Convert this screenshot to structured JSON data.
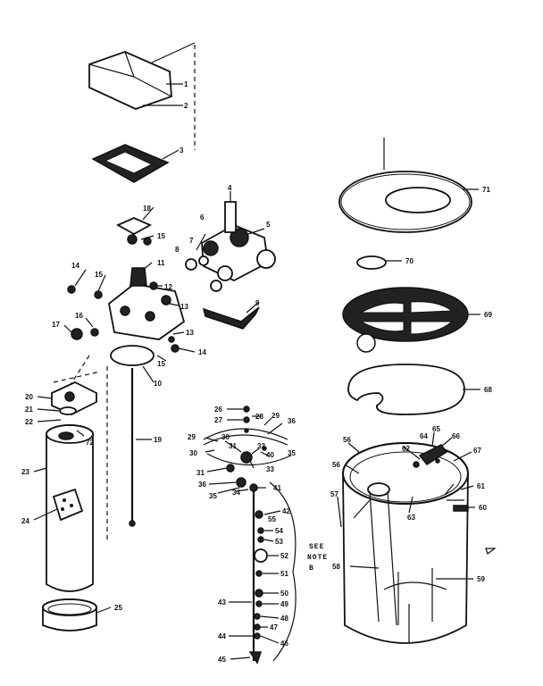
{
  "labels": [
    {
      "id": "l1",
      "text": "1"
    },
    {
      "id": "l2",
      "text": "2"
    },
    {
      "id": "l3",
      "text": "3"
    },
    {
      "id": "l4",
      "text": "4"
    },
    {
      "id": "l5",
      "text": "5"
    },
    {
      "id": "l6",
      "text": "6"
    },
    {
      "id": "l7",
      "text": "7"
    },
    {
      "id": "l8",
      "text": "8"
    },
    {
      "id": "l9",
      "text": "9"
    },
    {
      "id": "l10",
      "text": "10"
    },
    {
      "id": "l11",
      "text": "11"
    },
    {
      "id": "l12",
      "text": "12"
    },
    {
      "id": "l13",
      "text": "13"
    },
    {
      "id": "l13b",
      "text": "13"
    },
    {
      "id": "l14",
      "text": "14"
    },
    {
      "id": "l14b",
      "text": "14"
    },
    {
      "id": "l15",
      "text": "15"
    },
    {
      "id": "l15b",
      "text": "15"
    },
    {
      "id": "l15c",
      "text": "15"
    },
    {
      "id": "l16",
      "text": "16"
    },
    {
      "id": "l17",
      "text": "17"
    },
    {
      "id": "l18",
      "text": "18"
    },
    {
      "id": "l19",
      "text": "19"
    },
    {
      "id": "l20",
      "text": "20"
    },
    {
      "id": "l21",
      "text": "21"
    },
    {
      "id": "l22",
      "text": "22"
    },
    {
      "id": "l72",
      "text": "72"
    },
    {
      "id": "l23",
      "text": "23"
    },
    {
      "id": "l24",
      "text": "24"
    },
    {
      "id": "l25",
      "text": "25"
    },
    {
      "id": "l26a",
      "text": "26"
    },
    {
      "id": "l27",
      "text": "27"
    },
    {
      "id": "l28",
      "text": "28"
    },
    {
      "id": "l29",
      "text": "29"
    },
    {
      "id": "l29b",
      "text": "29"
    },
    {
      "id": "l30",
      "text": "30"
    },
    {
      "id": "l30b",
      "text": "30"
    },
    {
      "id": "l31",
      "text": "31"
    },
    {
      "id": "l31b",
      "text": "31"
    },
    {
      "id": "l32",
      "text": "32"
    },
    {
      "id": "l33",
      "text": "33"
    },
    {
      "id": "l34",
      "text": "34"
    },
    {
      "id": "l35",
      "text": "35"
    },
    {
      "id": "l35b",
      "text": "35"
    },
    {
      "id": "l36",
      "text": "36"
    },
    {
      "id": "l36b",
      "text": "36"
    },
    {
      "id": "l40",
      "text": "40"
    },
    {
      "id": "l41",
      "text": "41"
    },
    {
      "id": "l42",
      "text": "42"
    },
    {
      "id": "l43",
      "text": "43"
    },
    {
      "id": "l44",
      "text": "44"
    },
    {
      "id": "l45",
      "text": "45"
    },
    {
      "id": "l46",
      "text": "46"
    },
    {
      "id": "l47",
      "text": "47"
    },
    {
      "id": "l48",
      "text": "48"
    },
    {
      "id": "l49",
      "text": "49"
    },
    {
      "id": "l50",
      "text": "50"
    },
    {
      "id": "l51",
      "text": "51"
    },
    {
      "id": "l52",
      "text": "52"
    },
    {
      "id": "l53",
      "text": "53"
    },
    {
      "id": "l54",
      "text": "54"
    },
    {
      "id": "l55",
      "text": "55"
    },
    {
      "id": "l56",
      "text": "56"
    },
    {
      "id": "l56b",
      "text": "56"
    },
    {
      "id": "l57",
      "text": "57"
    },
    {
      "id": "l58",
      "text": "58"
    },
    {
      "id": "l59",
      "text": "59"
    },
    {
      "id": "l60",
      "text": "60"
    },
    {
      "id": "l61",
      "text": "61"
    },
    {
      "id": "l62",
      "text": "62"
    },
    {
      "id": "l63",
      "text": "63"
    },
    {
      "id": "l64",
      "text": "64"
    },
    {
      "id": "l65",
      "text": "65"
    },
    {
      "id": "l66",
      "text": "66"
    },
    {
      "id": "l67",
      "text": "67"
    },
    {
      "id": "l68",
      "text": "68"
    },
    {
      "id": "l69",
      "text": "69"
    },
    {
      "id": "l70",
      "text": "70"
    },
    {
      "id": "l71",
      "text": "71"
    }
  ],
  "note": {
    "line1": "SEE",
    "line2": "NOTE",
    "line3": "B"
  }
}
